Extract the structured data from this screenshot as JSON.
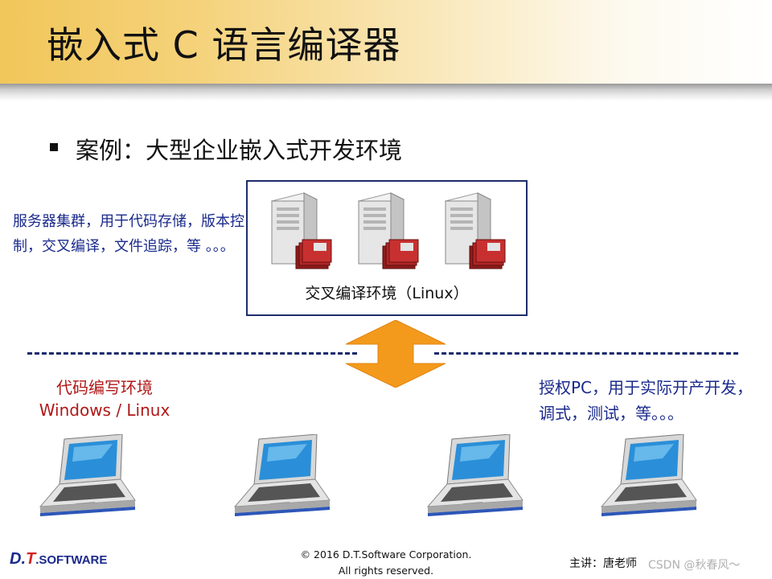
{
  "title": "嵌入式 C 语言编译器",
  "bullet": "案例：大型企业嵌入式开发环境",
  "server_note": "服务器集群，用于代码存储，版本控制，交叉编译，文件追踪，等 。。。",
  "server_box_label": "交叉编译环境（Linux）",
  "dev_env": {
    "title": "代码编写环境",
    "os": "Windows / Linux"
  },
  "pc_note": "授权PC，用于实际开产开发，调式，测试，等。。。",
  "footer": {
    "logo_d": "D.",
    "logo_t": "T",
    "logo_rest": ".SOFTWARE",
    "copyright_line1": "© 2016 D.T.Software Corporation.",
    "copyright_line2": "All rights reserved.",
    "presenter": "主讲：唐老师",
    "watermark": "CSDN @秋春风～"
  },
  "colors": {
    "title_bar": "#f1c65a",
    "note_blue": "#1a2a8c",
    "label_red": "#b01818",
    "arrow_orange": "#f39a1c",
    "box_border": "#1e2d6b"
  },
  "icons": [
    "server-icon",
    "laptop-icon",
    "double-arrow-icon"
  ]
}
